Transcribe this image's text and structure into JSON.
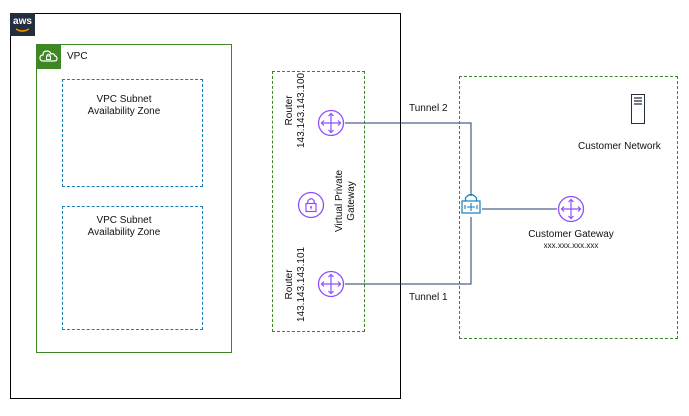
{
  "aws_logo": {
    "text": "aws"
  },
  "vpc": {
    "label": "VPC"
  },
  "subnets": [
    {
      "line1": "VPC Subnet",
      "line2": "Availability Zone"
    },
    {
      "line1": "VPC Subnet",
      "line2": "Availability Zone"
    }
  ],
  "virtual_private_gateway": {
    "label_line1": "Virtual Private",
    "label_line2": "Gateway",
    "routers": [
      {
        "label": "Router",
        "ip": "143.143.143.100"
      },
      {
        "label": "Router",
        "ip": "143.143.143.101"
      }
    ]
  },
  "tunnels": [
    {
      "label": "Tunnel 2"
    },
    {
      "label": "Tunnel 1"
    }
  ],
  "customer_network": {
    "label": "Customer Network",
    "gateway_label": "Customer Gateway",
    "gateway_ip": "xxx.xxx.xxx.xxx"
  },
  "colors": {
    "aws_black": "#232f3e",
    "vpc_green": "#3f8624",
    "subnet_blue": "#147eba",
    "icon_purple": "#8c4fff",
    "line_blue": "#1f3b73"
  }
}
